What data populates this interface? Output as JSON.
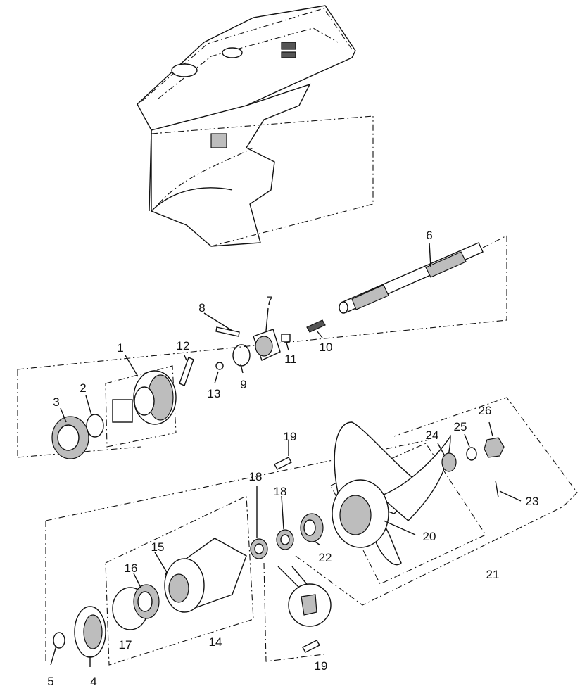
{
  "diagram": {
    "callouts": [
      {
        "id": "1",
        "text": "1"
      },
      {
        "id": "2",
        "text": "2"
      },
      {
        "id": "3",
        "text": "3"
      },
      {
        "id": "4",
        "text": "4"
      },
      {
        "id": "5",
        "text": "5"
      },
      {
        "id": "6",
        "text": "6"
      },
      {
        "id": "7",
        "text": "7"
      },
      {
        "id": "8",
        "text": "8"
      },
      {
        "id": "9",
        "text": "9"
      },
      {
        "id": "10",
        "text": "10"
      },
      {
        "id": "11",
        "text": "11"
      },
      {
        "id": "12",
        "text": "12"
      },
      {
        "id": "13",
        "text": "13"
      },
      {
        "id": "14",
        "text": "14"
      },
      {
        "id": "15",
        "text": "15"
      },
      {
        "id": "16",
        "text": "16"
      },
      {
        "id": "17",
        "text": "17"
      },
      {
        "id": "18a",
        "text": "18"
      },
      {
        "id": "18b",
        "text": "18"
      },
      {
        "id": "19a",
        "text": "19"
      },
      {
        "id": "19b",
        "text": "19"
      },
      {
        "id": "20",
        "text": "20"
      },
      {
        "id": "21",
        "text": "21"
      },
      {
        "id": "22",
        "text": "22"
      },
      {
        "id": "23",
        "text": "23"
      },
      {
        "id": "24",
        "text": "24"
      },
      {
        "id": "25",
        "text": "25"
      },
      {
        "id": "26",
        "text": "26"
      }
    ]
  }
}
